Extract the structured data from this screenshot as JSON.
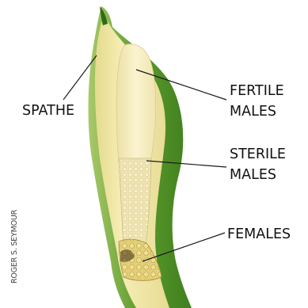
{
  "labels": {
    "spathe": "SPATHE",
    "fertile_males": [
      "FERTILE",
      "MALES"
    ],
    "sterile_males": [
      "STERILE",
      "MALES"
    ],
    "females": "FEMALES"
  },
  "credit": "ROGER S. SEYMOUR",
  "colors": {
    "spathe_green": "#5a9a2a",
    "spathe_cream": "#f3e9a8",
    "spadix_cream": "#f7efc0",
    "label_text": "#111111"
  }
}
